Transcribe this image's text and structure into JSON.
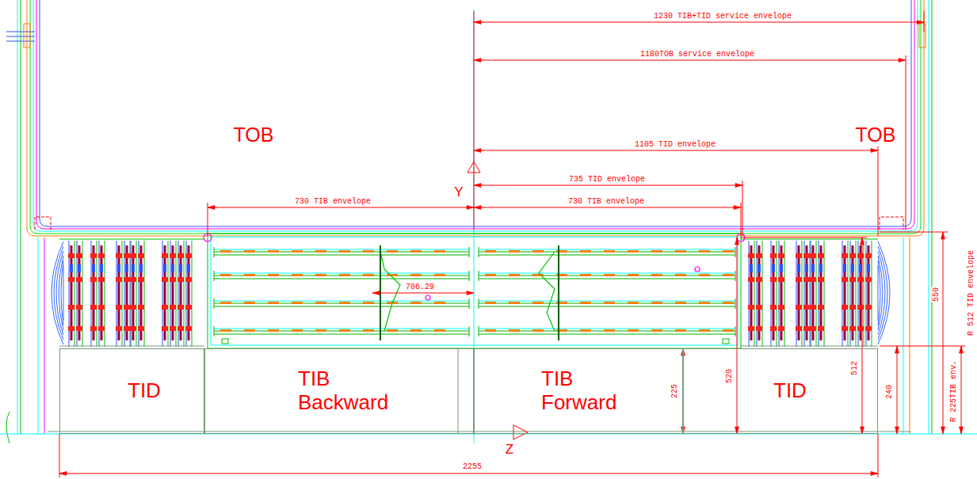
{
  "diagram": {
    "nodes": [
      {
        "text": [
          "TOB"
        ]
      },
      {
        "text": [
          "TOB"
        ]
      },
      {
        "text": [
          "TID"
        ]
      },
      {
        "text": [
          "TIB Backward"
        ]
      },
      {
        "text": [
          "TIB Forward"
        ]
      },
      {
        "text": [
          "TID"
        ]
      }
    ],
    "labels": [
      "1230 TIB+TID service envelope",
      "1180TOB service envelope",
      "1105 TID envelope",
      "735 TID envelope",
      "730 TIB envelope",
      "730 TIB envelope",
      "706.29",
      "2255",
      "225",
      "520",
      "512",
      "240",
      "550",
      "R 225TIB env.",
      "R 512 TID envelope",
      "Y",
      "Z"
    ]
  }
}
